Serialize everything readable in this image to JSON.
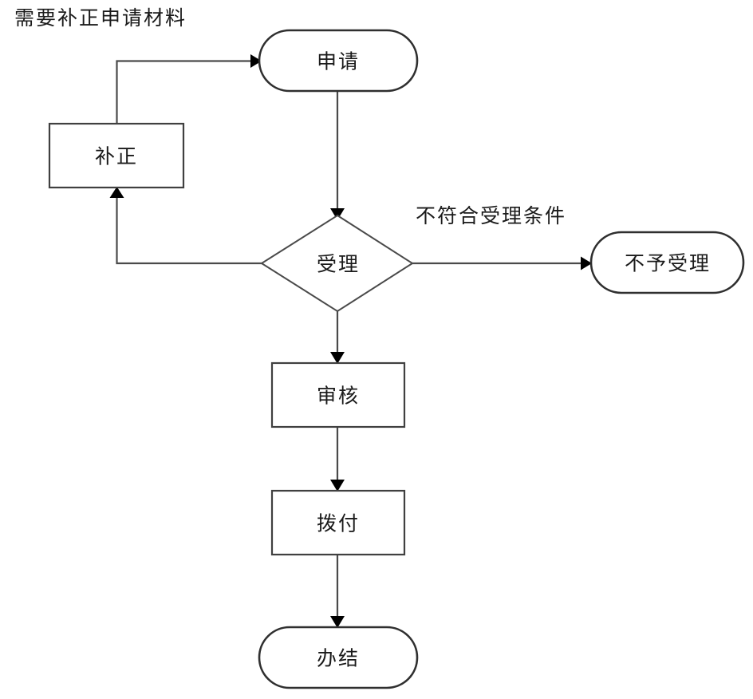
{
  "diagram": {
    "title_text": "需要补正申请材料",
    "background_color": "#ffffff",
    "line_color": "#4a4a4a",
    "text_color": "#1a1a1a",
    "nodes": {
      "apply": {
        "label": "申请",
        "shape": "terminator"
      },
      "correct": {
        "label": "补正",
        "shape": "process"
      },
      "accept": {
        "label": "受理",
        "shape": "decision"
      },
      "reject": {
        "label": "不予受理",
        "shape": "terminator"
      },
      "review": {
        "label": "审核",
        "shape": "process"
      },
      "disburse": {
        "label": "拨付",
        "shape": "process"
      },
      "complete": {
        "label": "办结",
        "shape": "terminator"
      }
    },
    "edge_labels": {
      "need_correction": "需要补正申请材料",
      "not_eligible": "不符合受理条件"
    }
  }
}
